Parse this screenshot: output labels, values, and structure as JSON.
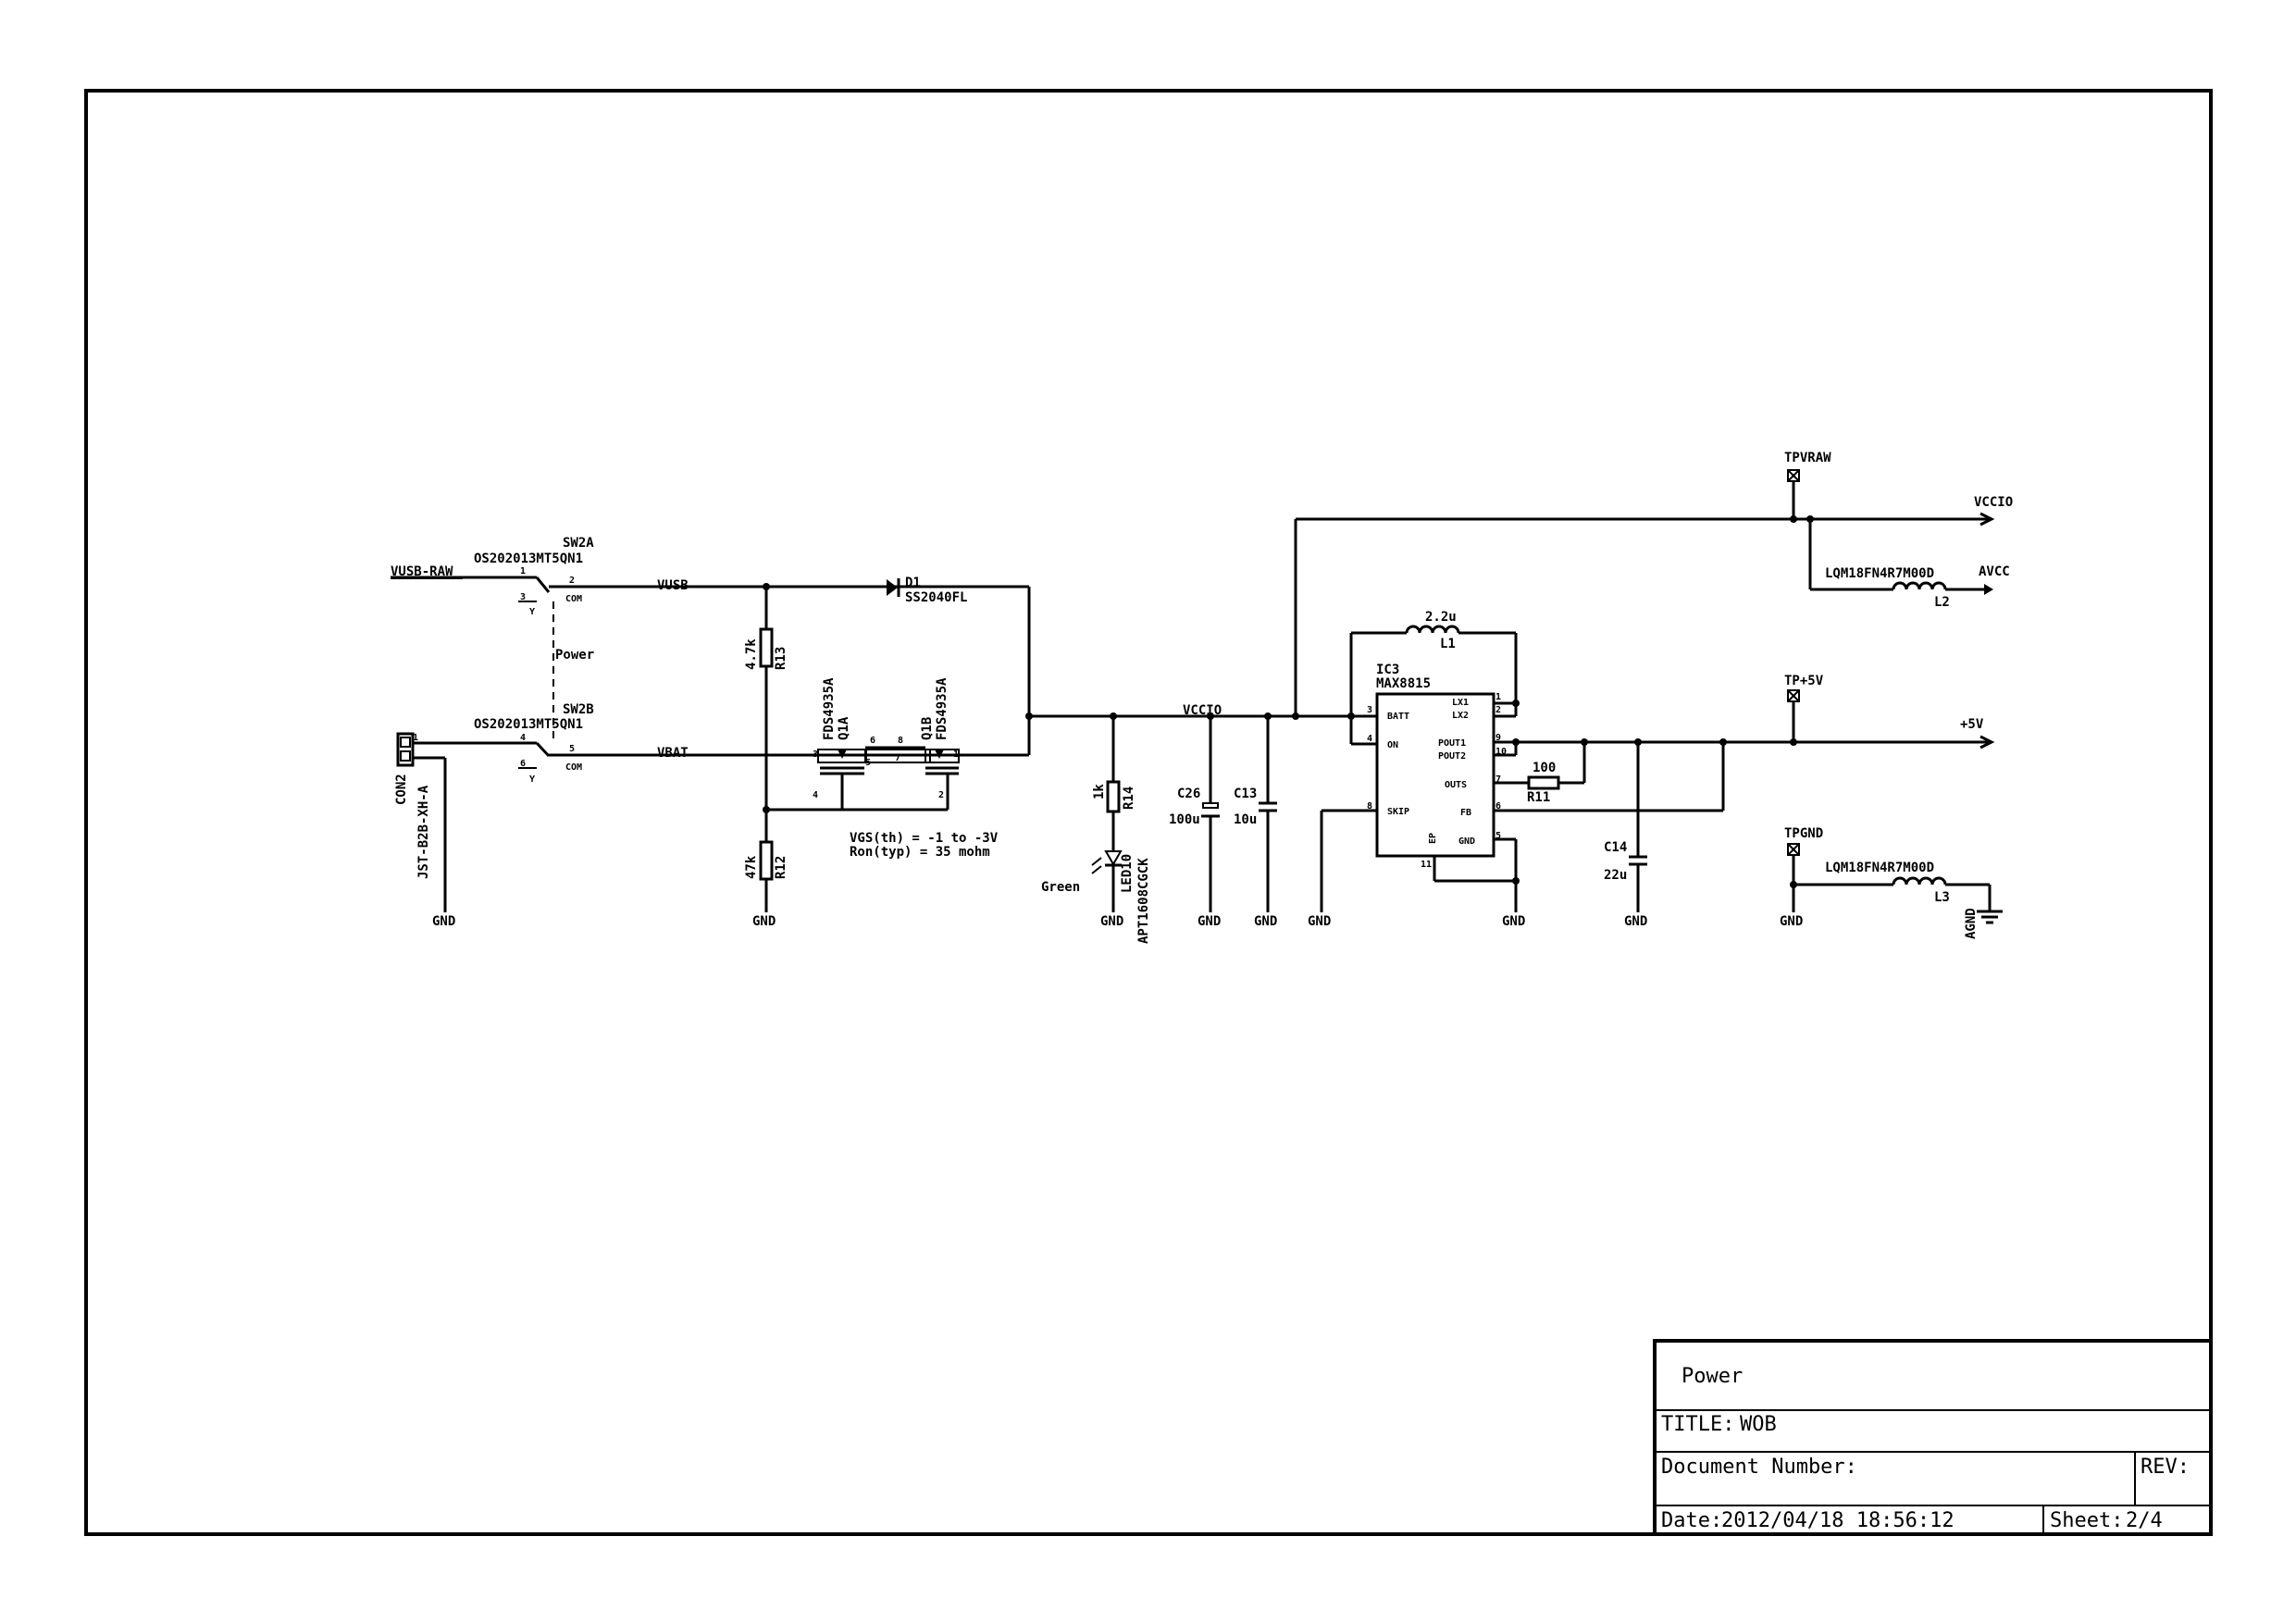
{
  "title_block": {
    "sheet_name": "Power",
    "title_label": "TITLE:",
    "title": "WOB",
    "doc_number_label": "Document Number:",
    "rev_label": "REV:",
    "date_label": "Date:",
    "date": "2012/04/18 18:56:12",
    "sheet_label": "Sheet:",
    "sheet": "2/4"
  },
  "nets": {
    "vusb_raw": "VUSB-RAW",
    "vusb": "VUSB",
    "vbat": "VBAT",
    "vccio_mid": "VCCIO",
    "vccio_out": "VCCIO",
    "avcc": "AVCC",
    "p5v": "+5V",
    "gnd": "GND",
    "agnd": "AGND"
  },
  "testpoints": {
    "tpraw": "TPVRAW",
    "tp5v": "TP+5V",
    "tpgnd": "TPGND"
  },
  "parts": {
    "sw2a_ref": "SW2A",
    "sw2a_val": "OS202013MT5QN1",
    "sw2b_ref": "SW2B",
    "sw2b_val": "OS202013MT5QN1",
    "sw_label": "Power",
    "con2_ref": "CON2",
    "con2_val": "JST-B2B-XH-A",
    "d1_ref": "D1",
    "d1_val": "SS2040FL",
    "r13_ref": "R13",
    "r13_val": "4.7k",
    "r12_ref": "R12",
    "r12_val": "47k",
    "q1a_ref": "Q1A",
    "q1a_val": "FDS4935A",
    "q1b_ref": "Q1B",
    "q1b_val": "FDS4935A",
    "vgs_note": "VGS(th) = -1 to -3V",
    "ron_note": "Ron(typ) = 35 mohm",
    "r14_ref": "R14",
    "r14_val": "1k",
    "led_ref": "LED10",
    "led_val": "APT1608CGCK",
    "led_color": "Green",
    "c26_ref": "C26",
    "c26_val": "100u",
    "c13_ref": "C13",
    "c13_val": "10u",
    "l1_ref": "L1",
    "l1_val": "2.2u",
    "ic3_ref": "IC3",
    "ic3_val": "MAX8815",
    "r11_ref": "R11",
    "r11_val": "100",
    "c14_ref": "C14",
    "c14_val": "22u",
    "l2_ref": "L2",
    "l2_val": "LQM18FN4R7M00D",
    "l3_ref": "L3",
    "l3_val": "LQM18FN4R7M00D"
  },
  "ic_pins": {
    "batt": "BATT",
    "on": "ON",
    "skip": "SKIP",
    "lx1": "LX1",
    "lx2": "LX2",
    "pout1": "POUT1",
    "pout2": "POUT2",
    "outs": "OUTS",
    "fb": "FB",
    "ep": "EP",
    "gnd": "GND"
  }
}
